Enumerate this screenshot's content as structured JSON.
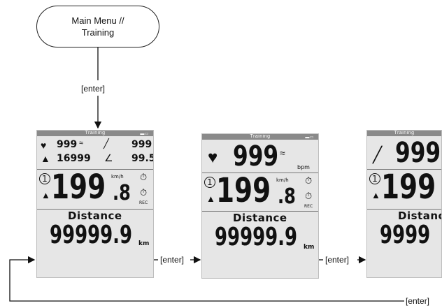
{
  "start": {
    "label": "Main Menu //\nTraining"
  },
  "edge_labels": {
    "enter_down": "[enter]",
    "enter_1": "[enter]",
    "enter_2": "[enter]",
    "enter_back": "[enter]"
  },
  "screen1": {
    "title": "Training",
    "hr": "999",
    "alt_right": "999",
    "elev": "16999",
    "grade": "99.5",
    "speed_int": "199",
    "speed_dec": ".8",
    "speed_unit": "km/h",
    "distance_label": "Distance",
    "distance": "99999.9",
    "distance_unit": "km",
    "lap_num": "1",
    "rec": "REC"
  },
  "screen2": {
    "title": "Training",
    "hr": "999",
    "hr_unit": "bpm",
    "speed_int": "199",
    "speed_dec": ".8",
    "speed_unit": "km/h",
    "distance_label": "Distance",
    "distance": "99999.9",
    "distance_unit": "km",
    "lap_num": "1",
    "rec": "REC"
  },
  "screen3": {
    "title": "Training",
    "alt": "999",
    "speed_int": "199",
    "distance_label": "Distanc",
    "distance": "9999",
    "lap_num": "1"
  },
  "colors": {
    "screen_bg": "#e6e6e6",
    "status_bar": "#8a8a8a",
    "ink": "#111111"
  }
}
